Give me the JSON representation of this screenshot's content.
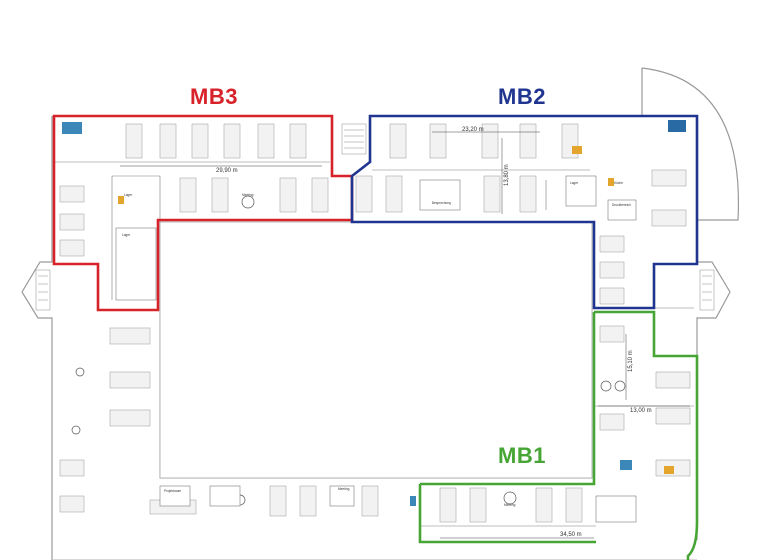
{
  "zones": [
    {
      "id": "MB3",
      "label": "MB3",
      "color": "#d8222a"
    },
    {
      "id": "MB2",
      "label": "MB2",
      "color": "#1f3590"
    },
    {
      "id": "MB1",
      "label": "MB1",
      "color": "#46a535"
    }
  ],
  "dimensions": {
    "mb3_width": "29,90 m",
    "mb2_width": "23,20 m",
    "mb2_depth": "13,80 m",
    "mb1_depth": "15,10 m",
    "mb1_width": "13,00 m",
    "mb1_bottom": "34,50 m"
  },
  "room_labels": {
    "lager_1": "Lager",
    "lager_2": "Lager",
    "lager_3": "Lager",
    "meeting_1": "Meeting",
    "meeting_2": "Meeting",
    "meeting_3": "Meeting",
    "druckbereich": "Druckbereich",
    "besprechung": "Besprechung",
    "kueche": "Küche",
    "projektraum": "Projektraum"
  }
}
